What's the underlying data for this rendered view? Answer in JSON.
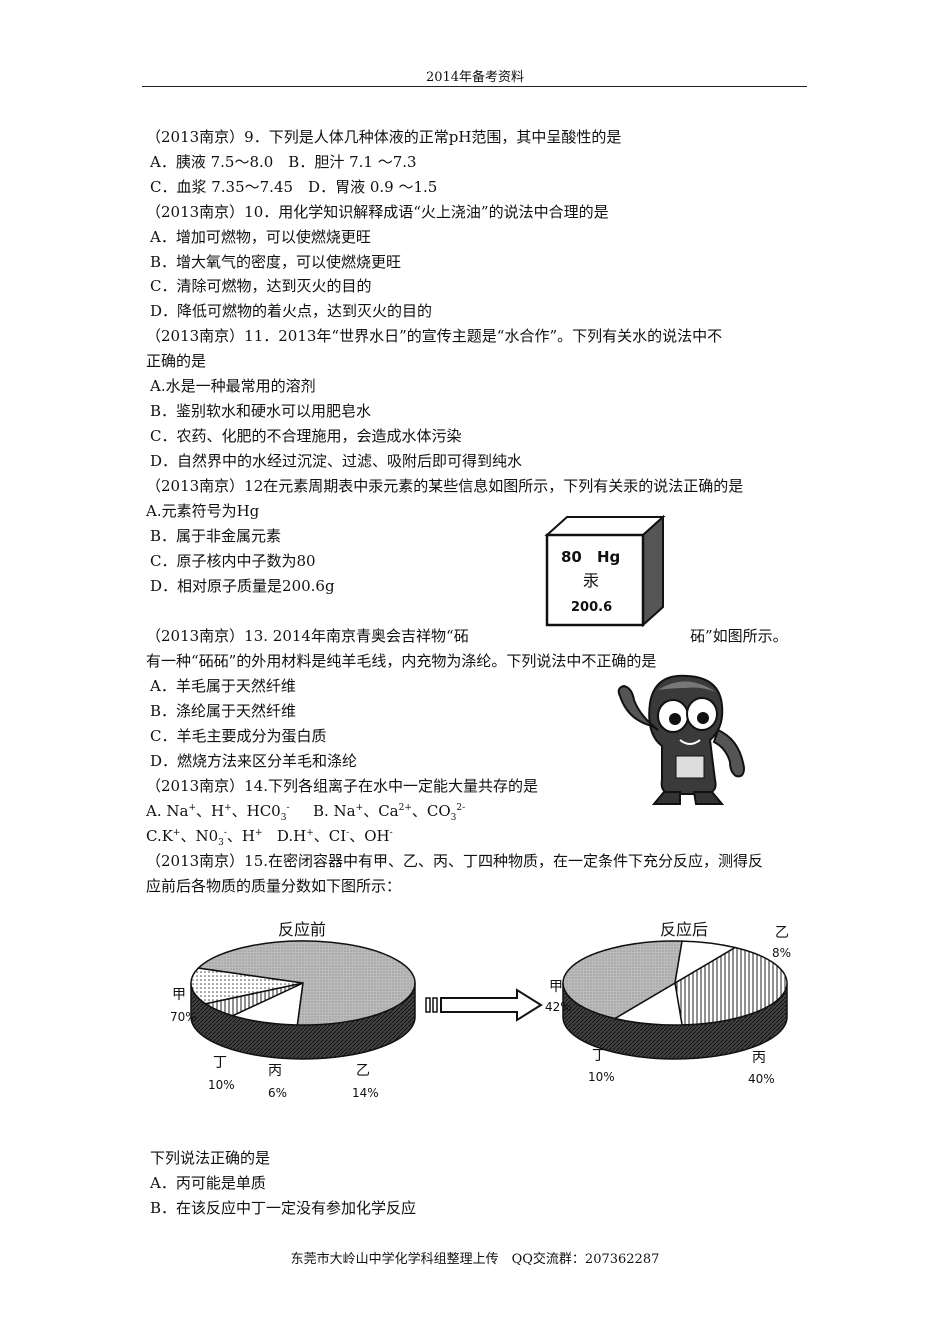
{
  "header": {
    "title": "2014年备考资料"
  },
  "q9": {
    "stem": "（2013南京）9．下列是人体几种体液的正常pH范围，其中呈酸性的是",
    "opt_ab": "A．胰液 7.5～8.0　B．胆汁 7.1 ～7.3",
    "opt_cd": "C．血浆 7.35～7.45　D．胃液 0.9 ～1.5"
  },
  "q10": {
    "stem": "（2013南京）10．用化学知识解释成语“火上浇油”的说法中合理的是",
    "a": "A．增加可燃物，可以使燃烧更旺",
    "b": "B．增大氧气的密度，可以使燃烧更旺",
    "c": "C．清除可燃物，达到灭火的目的",
    "d": "D．降低可燃物的着火点，达到灭火的目的"
  },
  "q11": {
    "stem1": "（2013南京）11．2013年“世界水日”的宣传主题是“水合作”。下列有关水的说法中不",
    "stem2": "正确的是",
    "a": "A.水是一种最常用的溶剂",
    "b": "B．鉴别软水和硬水可以用肥皂水",
    "c": "C．农药、化肥的不合理施用，会造成水体污染",
    "d": "D．自然界中的水经过沉淀、过滤、吸附后即可得到纯水"
  },
  "q12": {
    "stem": "（2013南京）12在元素周期表中汞元素的某些信息如图所示，下列有关汞的说法正确的是",
    "a": "A.元素符号为Hg",
    "b": "B．属于非金属元素",
    "c": "C．原子核内中子数为80",
    "d": "D．相对原子质量是200.6g",
    "cube_number": "80",
    "cube_symbol": "Hg",
    "cube_name": "汞",
    "cube_mass": "200.6"
  },
  "q13": {
    "stem_left": "（2013南京）13. 2014年南京青奥会吉祥物“砳",
    "stem_right": "砳”如图所示。",
    "stem2": "有一种“砳砳”的外用材料是纯羊毛线，内充物为涤纶。下列说法中不正确的是",
    "a": "A．羊毛属于天然纤维",
    "b": "B．涤纶属于天然纤维",
    "c": "C．羊毛主要成分为蛋白质",
    "d": "D．燃烧方法来区分羊毛和涤纶"
  },
  "q14": {
    "stem": "（2013南京）14.下列各组离子在水中一定能大量共存的是",
    "a_prefix": "A. Na",
    "a_plus1": "+",
    "a_sep1": "、H",
    "a_plus2": "+",
    "a_sep2": "、HC0",
    "a_sub": "3",
    "a_minus": "-",
    "b_prefix": "B. Na",
    "b_plus": "+",
    "b_sep1": "、Ca",
    "b_sup": "2+",
    "b_sep2": "、CO",
    "b_sub": "3",
    "b_sup2": "2-",
    "c_prefix": "C.K",
    "c_plus": "+",
    "c_sep1": "、N0",
    "c_sub": "3",
    "c_minus": "-",
    "c_sep2": "、H",
    "c_plus2": "+",
    "d_prefix": "D.H",
    "d_plus": "+",
    "d_sep1": "、CI",
    "d_minus": "-",
    "d_sep2": "、OH",
    "d_minus2": "-"
  },
  "q15": {
    "stem1": "（2013南京）15.在密闭容器中有甲、乙、丙、丁四种物质，在一定条件下充分反应，测得反",
    "stem2": "应前后各物质的质量分数如下图所示：",
    "after_stem": "下列说法正确的是",
    "a": "A．丙可能是单质",
    "b": "B．在该反应中丁一定没有参加化学反应"
  },
  "chart_data": [
    {
      "type": "pie",
      "title": "反应前",
      "categories": [
        "甲",
        "乙",
        "丙",
        "丁"
      ],
      "values": [
        70,
        14,
        6,
        10
      ],
      "labels": [
        "70%",
        "14%",
        "6%",
        "10%"
      ]
    },
    {
      "type": "pie",
      "title": "反应后",
      "categories": [
        "甲",
        "乙",
        "丙",
        "丁"
      ],
      "values": [
        42,
        8,
        40,
        10
      ],
      "labels": [
        "42%",
        "8%",
        "40%",
        "10%"
      ]
    }
  ],
  "footer": {
    "text": "东莞市大岭山中学化学科组整理上传　QQ交流群：207362287"
  }
}
